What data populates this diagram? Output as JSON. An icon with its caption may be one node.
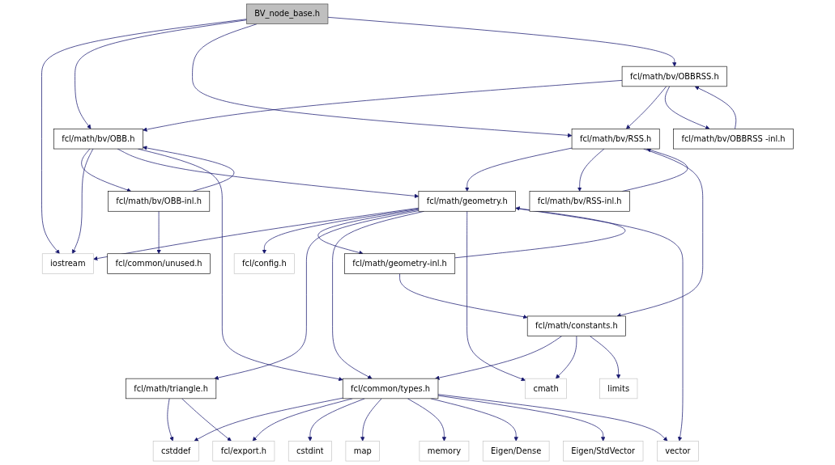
{
  "diagram": {
    "nodes": [
      {
        "text": [
          "BV_node_base.h"
        ]
      },
      {
        "text": [
          "fcl/math/bv/OBBRSS.h"
        ]
      },
      {
        "text": [
          "fcl/math/bv/OBB.h"
        ]
      },
      {
        "text": [
          "fcl/math/bv/RSS.h"
        ]
      },
      {
        "text": [
          "fcl/math/bv/OBBRSS -inl.h"
        ]
      },
      {
        "text": [
          "fcl/math/bv/OBB-inl.h"
        ]
      },
      {
        "text": [
          "fcl/math/geometry.h"
        ]
      },
      {
        "text": [
          "fcl/math/bv/RSS-inl.h"
        ]
      },
      {
        "text": [
          "fcl/common/unused.h"
        ]
      },
      {
        "text": [
          "iostream"
        ]
      },
      {
        "text": [
          "fcl/config.h"
        ]
      },
      {
        "text": [
          "fcl/math/geometry-inl.h"
        ]
      },
      {
        "text": [
          "fcl/math/constants.h"
        ]
      },
      {
        "text": [
          "fcl/math/triangle.h"
        ]
      },
      {
        "text": [
          "fcl/common/types.h"
        ]
      },
      {
        "text": [
          "cmath"
        ]
      },
      {
        "text": [
          "limits"
        ]
      },
      {
        "text": [
          "cstddef"
        ]
      },
      {
        "text": [
          "fcl/export.h"
        ]
      },
      {
        "text": [
          "cstdint"
        ]
      },
      {
        "text": [
          "map"
        ]
      },
      {
        "text": [
          "memory"
        ]
      },
      {
        "text": [
          "Eigen/Dense"
        ]
      },
      {
        "text": [
          "Eigen/StdVector"
        ]
      },
      {
        "text": [
          "vector"
        ]
      }
    ],
    "edges": [
      {
        "from": 0,
        "to": 9,
        "arrow": "to"
      },
      {
        "from": 0,
        "to": 2,
        "arrow": "to"
      },
      {
        "from": 0,
        "to": 3,
        "arrow": "to"
      },
      {
        "from": 0,
        "to": 1,
        "arrow": "to"
      },
      {
        "from": 1,
        "to": 2,
        "arrow": "to"
      },
      {
        "from": 1,
        "to": 3,
        "arrow": "to"
      },
      {
        "from": 1,
        "to": 4,
        "arrow": "to"
      },
      {
        "from": 4,
        "to": 1,
        "arrow": "to"
      },
      {
        "from": 2,
        "to": 5,
        "arrow": "to"
      },
      {
        "from": 5,
        "to": 2,
        "arrow": "to"
      },
      {
        "from": 2,
        "to": 9,
        "arrow": "to"
      },
      {
        "from": 2,
        "to": 6,
        "arrow": "to"
      },
      {
        "from": 2,
        "to": 14,
        "arrow": "to"
      },
      {
        "from": 3,
        "to": 6,
        "arrow": "to"
      },
      {
        "from": 3,
        "to": 7,
        "arrow": "to"
      },
      {
        "from": 7,
        "to": 3,
        "arrow": "to"
      },
      {
        "from": 3,
        "to": 12,
        "arrow": "to"
      },
      {
        "from": 5,
        "to": 8,
        "arrow": "to"
      },
      {
        "from": 6,
        "to": 9,
        "arrow": "to"
      },
      {
        "from": 6,
        "to": 10,
        "arrow": "to"
      },
      {
        "from": 6,
        "to": 11,
        "arrow": "to"
      },
      {
        "from": 11,
        "to": 6,
        "arrow": "to"
      },
      {
        "from": 6,
        "to": 13,
        "arrow": "to"
      },
      {
        "from": 6,
        "to": 14,
        "arrow": "to"
      },
      {
        "from": 6,
        "to": 15,
        "arrow": "to"
      },
      {
        "from": 6,
        "to": 24,
        "arrow": "to"
      },
      {
        "from": 11,
        "to": 12,
        "arrow": "to"
      },
      {
        "from": 12,
        "to": 14,
        "arrow": "to"
      },
      {
        "from": 12,
        "to": 15,
        "arrow": "to"
      },
      {
        "from": 12,
        "to": 16,
        "arrow": "to"
      },
      {
        "from": 13,
        "to": 17,
        "arrow": "to"
      },
      {
        "from": 13,
        "to": 18,
        "arrow": "to"
      },
      {
        "from": 14,
        "to": 17,
        "arrow": "to"
      },
      {
        "from": 14,
        "to": 18,
        "arrow": "to"
      },
      {
        "from": 14,
        "to": 19,
        "arrow": "to"
      },
      {
        "from": 14,
        "to": 20,
        "arrow": "to"
      },
      {
        "from": 14,
        "to": 21,
        "arrow": "to"
      },
      {
        "from": 14,
        "to": 22,
        "arrow": "to"
      },
      {
        "from": 14,
        "to": 23,
        "arrow": "to"
      },
      {
        "from": 14,
        "to": 24,
        "arrow": "to"
      }
    ]
  }
}
